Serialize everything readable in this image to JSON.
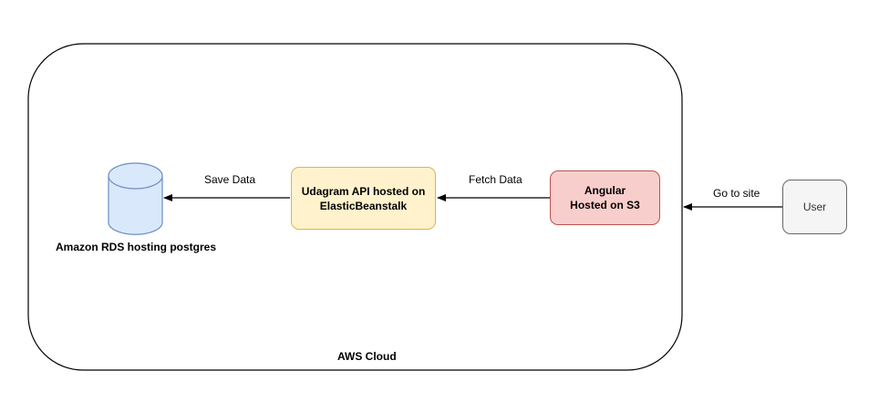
{
  "diagram": {
    "container": {
      "label": "AWS Cloud"
    },
    "nodes": {
      "database": {
        "label": "Amazon RDS hosting postgres",
        "fill": "#dae8fc",
        "stroke": "#6c8ebf"
      },
      "api": {
        "label": "Udagram API hosted on ElasticBeanstalk",
        "fill": "#fff2cc",
        "stroke": "#d6b656"
      },
      "frontend": {
        "label": "Angular Hosted on S3",
        "fill": "#f8cecc",
        "stroke": "#b85450"
      },
      "user": {
        "label": "User",
        "fill": "#f5f5f5",
        "stroke": "#666666"
      }
    },
    "edges": {
      "save_data": {
        "label": "Save Data"
      },
      "fetch_data": {
        "label": "Fetch Data"
      },
      "go_to_site": {
        "label": "Go to site"
      }
    }
  }
}
